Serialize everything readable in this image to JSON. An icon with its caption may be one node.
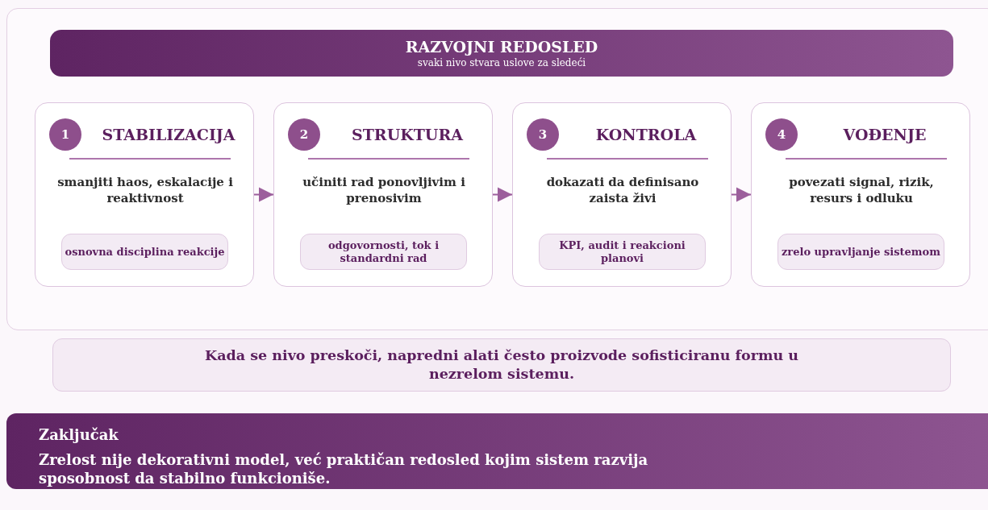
{
  "diagram": {
    "nodes": [
      {
        "text": [
          "RAZVOJNI REDOSLED",
          "svaki nivo stvara uslove za sledeći"
        ]
      },
      {
        "text": [
          "STABILIZACIJA",
          "smanjiti haos, eskalacije i reaktivnost"
        ]
      },
      {
        "text": [
          "1"
        ],
        "in": 1
      },
      {
        "text": [
          "osnovna disciplina reakcije"
        ],
        "in": 1
      },
      {
        "text": [
          "STRUKTURA",
          "učiniti rad ponovljivim i prenosivim"
        ]
      },
      {
        "text": [
          "2"
        ],
        "in": 4
      },
      {
        "text": [
          "odgovornosti, tok i standardni rad"
        ],
        "in": 4
      },
      {
        "text": [
          "KONTROLA",
          "dokazati da definisano zaista živi"
        ]
      },
      {
        "text": [
          "3"
        ],
        "in": 7
      },
      {
        "text": [
          "KPI, audit i reakcioni planovi"
        ],
        "in": 7
      },
      {
        "text": [
          "VOĐENJE",
          "povezati signal, rizik, resurs i odluku"
        ]
      },
      {
        "text": [
          "4"
        ],
        "in": 10
      },
      {
        "text": [
          "zrelo upravljanje sistemom"
        ],
        "in": 10
      },
      {
        "text": [
          "Kada se nivo preskoči, napredni alati često proizvode sofisticiranu formu u nezrelom sistemu."
        ]
      },
      {
        "text": [
          "Zaključak",
          "Zrelost nije dekorativni model, već praktičan redosled kojim sistem razvija sposobnost da stabilno funkcioniše."
        ]
      }
    ],
    "edges": [
      {
        "from": 1,
        "to": 4,
        "arrow": "to"
      },
      {
        "from": 4,
        "to": 7,
        "arrow": "to"
      },
      {
        "from": 7,
        "to": 10,
        "arrow": "to"
      }
    ]
  }
}
